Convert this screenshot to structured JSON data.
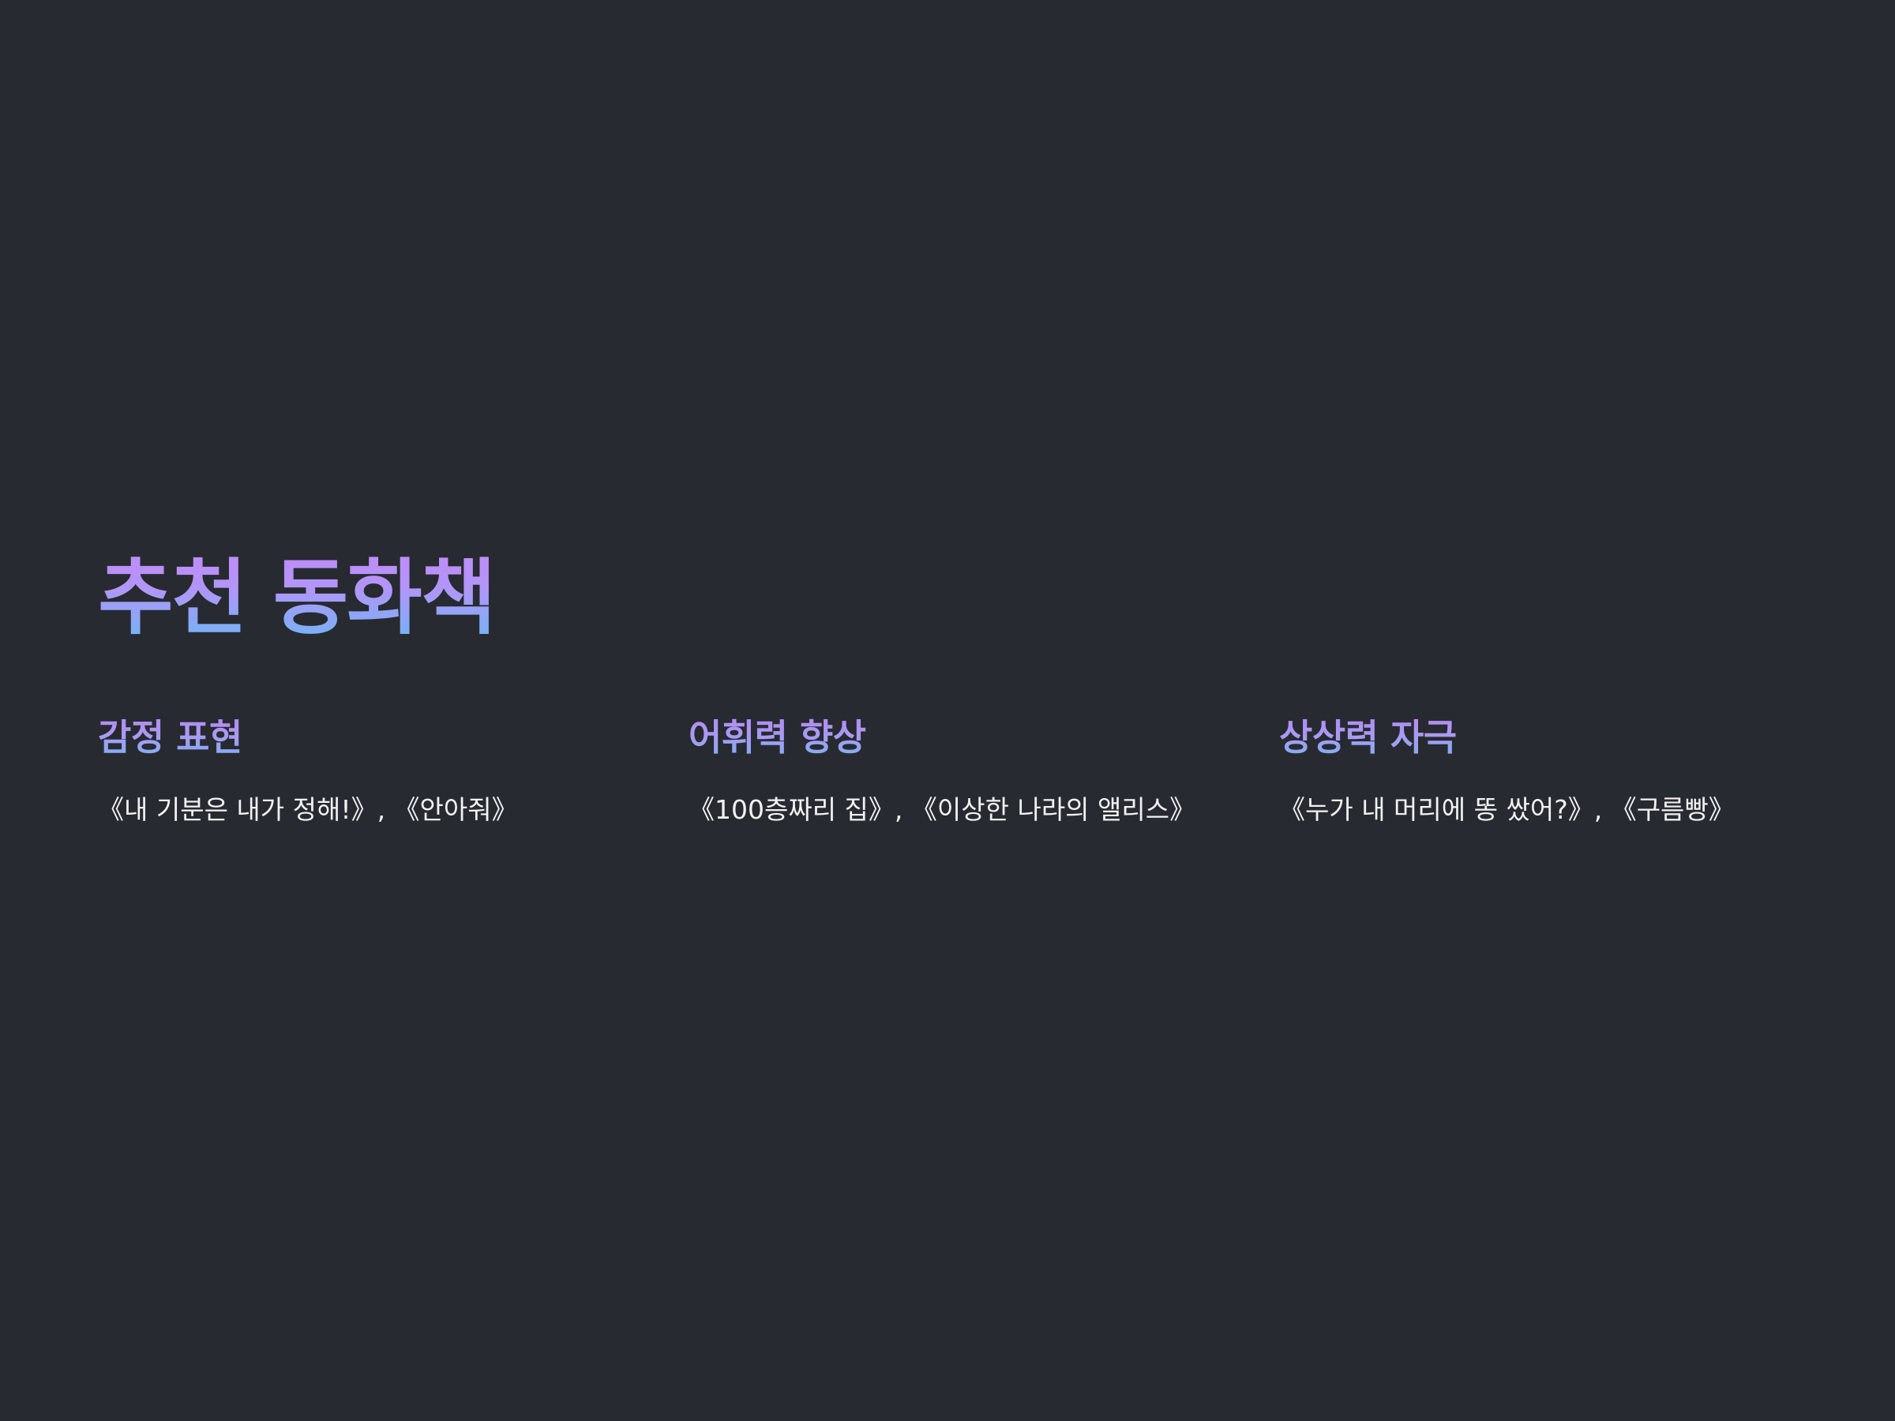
{
  "slide": {
    "title": "추천 동화책",
    "title_gradient": [
      "#c08cf7",
      "#6fb5f6"
    ],
    "heading_gradient": [
      "#b48cf2",
      "#7fb0f2"
    ],
    "background": "#272a30",
    "text_color": "#f1f2f4"
  },
  "categories": [
    {
      "heading": "감정 표현",
      "books": "《내 기분은 내가 정해!》, 《안아줘》"
    },
    {
      "heading": "어휘력 향상",
      "books": "《100층짜리 집》, 《이상한 나라의 앨리스》"
    },
    {
      "heading": "상상력 자극",
      "books": "《누가 내 머리에 똥 쌌어?》, 《구름빵》"
    }
  ]
}
